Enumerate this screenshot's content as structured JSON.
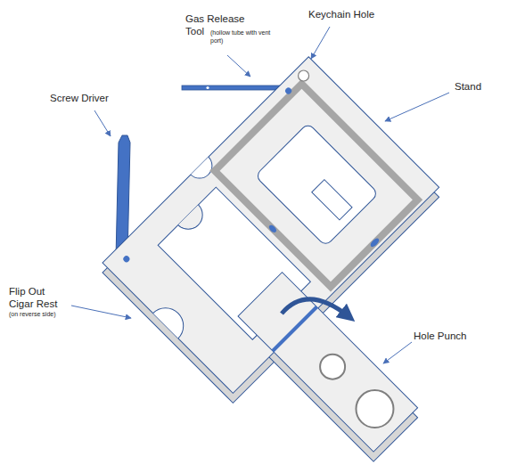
{
  "diagram": {
    "labels": [
      "Gas Release Tool",
      "(hollow tube with vent port)",
      "Keychain Hole",
      "Stand",
      "Screw Driver",
      "Flip Out Cigar Rest",
      "(on reverse side)",
      "Hole Punch"
    ]
  }
}
